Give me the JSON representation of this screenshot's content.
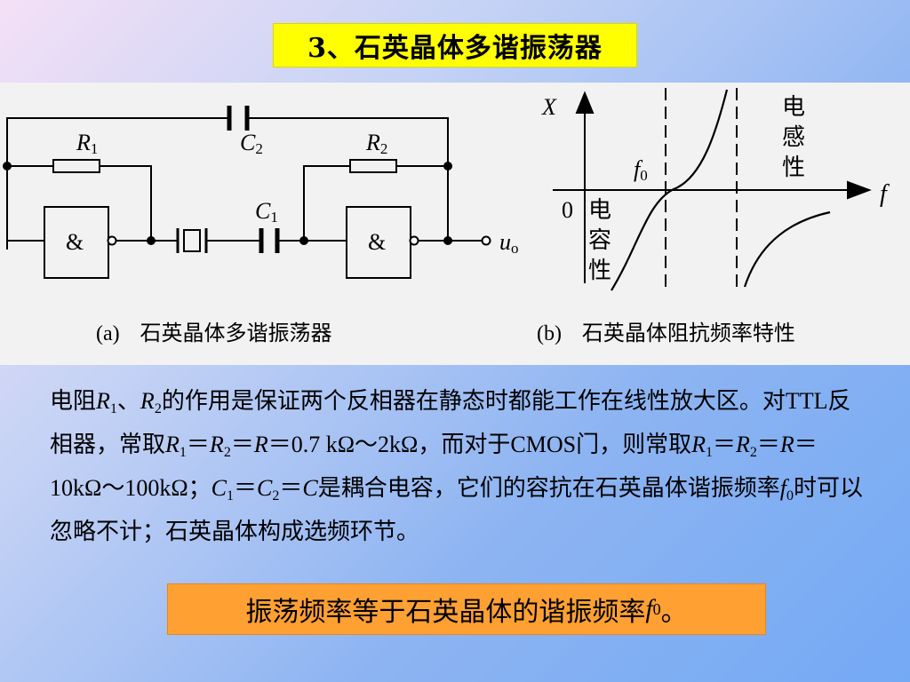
{
  "title": "3、石英晶体多谐振荡器",
  "circuit": {
    "R1_symbol": "R",
    "R1_sub": "1",
    "R2_symbol": "R",
    "R2_sub": "2",
    "C2_symbol": "C",
    "C2_sub": "2",
    "C1_symbol": "C",
    "C1_sub": "1",
    "gate_symbol": "&",
    "output_symbol": "u",
    "output_sub": "o"
  },
  "graph": {
    "y_axis_label": "X",
    "x_axis_label": "f",
    "origin_label": "0",
    "f0_symbol": "f",
    "f0_sub": "0",
    "inductive_label": [
      "电",
      "感",
      "性"
    ],
    "capacitive_label": [
      "电",
      "容",
      "性"
    ]
  },
  "captions": {
    "a_tag": "(a)",
    "a_text": "石英晶体多谐振荡器",
    "b_tag": "(b)",
    "b_text": "石英晶体阻抗频率特性"
  },
  "paragraph": {
    "p1": "电阻",
    "p2": "、",
    "p3": "的作用是保证两个反相器在静态时都能工作在线性放大区。对",
    "p4": "TTL",
    "p5": "反相器，常取",
    "p6": "＝",
    "p7": "＝0.7 kΩ～2kΩ，而对于",
    "p8": "CMOS",
    "p9": "门，则常取",
    "p10": "＝10kΩ～100kΩ；",
    "p11": "是耦合电容，它们的容抗在石英晶体谐振频率",
    "p12": "时可以忽略不计；石英晶体构成选频环节。",
    "sym_R": "R",
    "sym_C": "C",
    "sym_f": "f",
    "sub1": "1",
    "sub2": "2",
    "sub0": "0"
  },
  "conclusion": {
    "text": "振荡频率等于石英晶体的谐振频率",
    "sym": "f",
    "sub": "0",
    "end": "。"
  }
}
